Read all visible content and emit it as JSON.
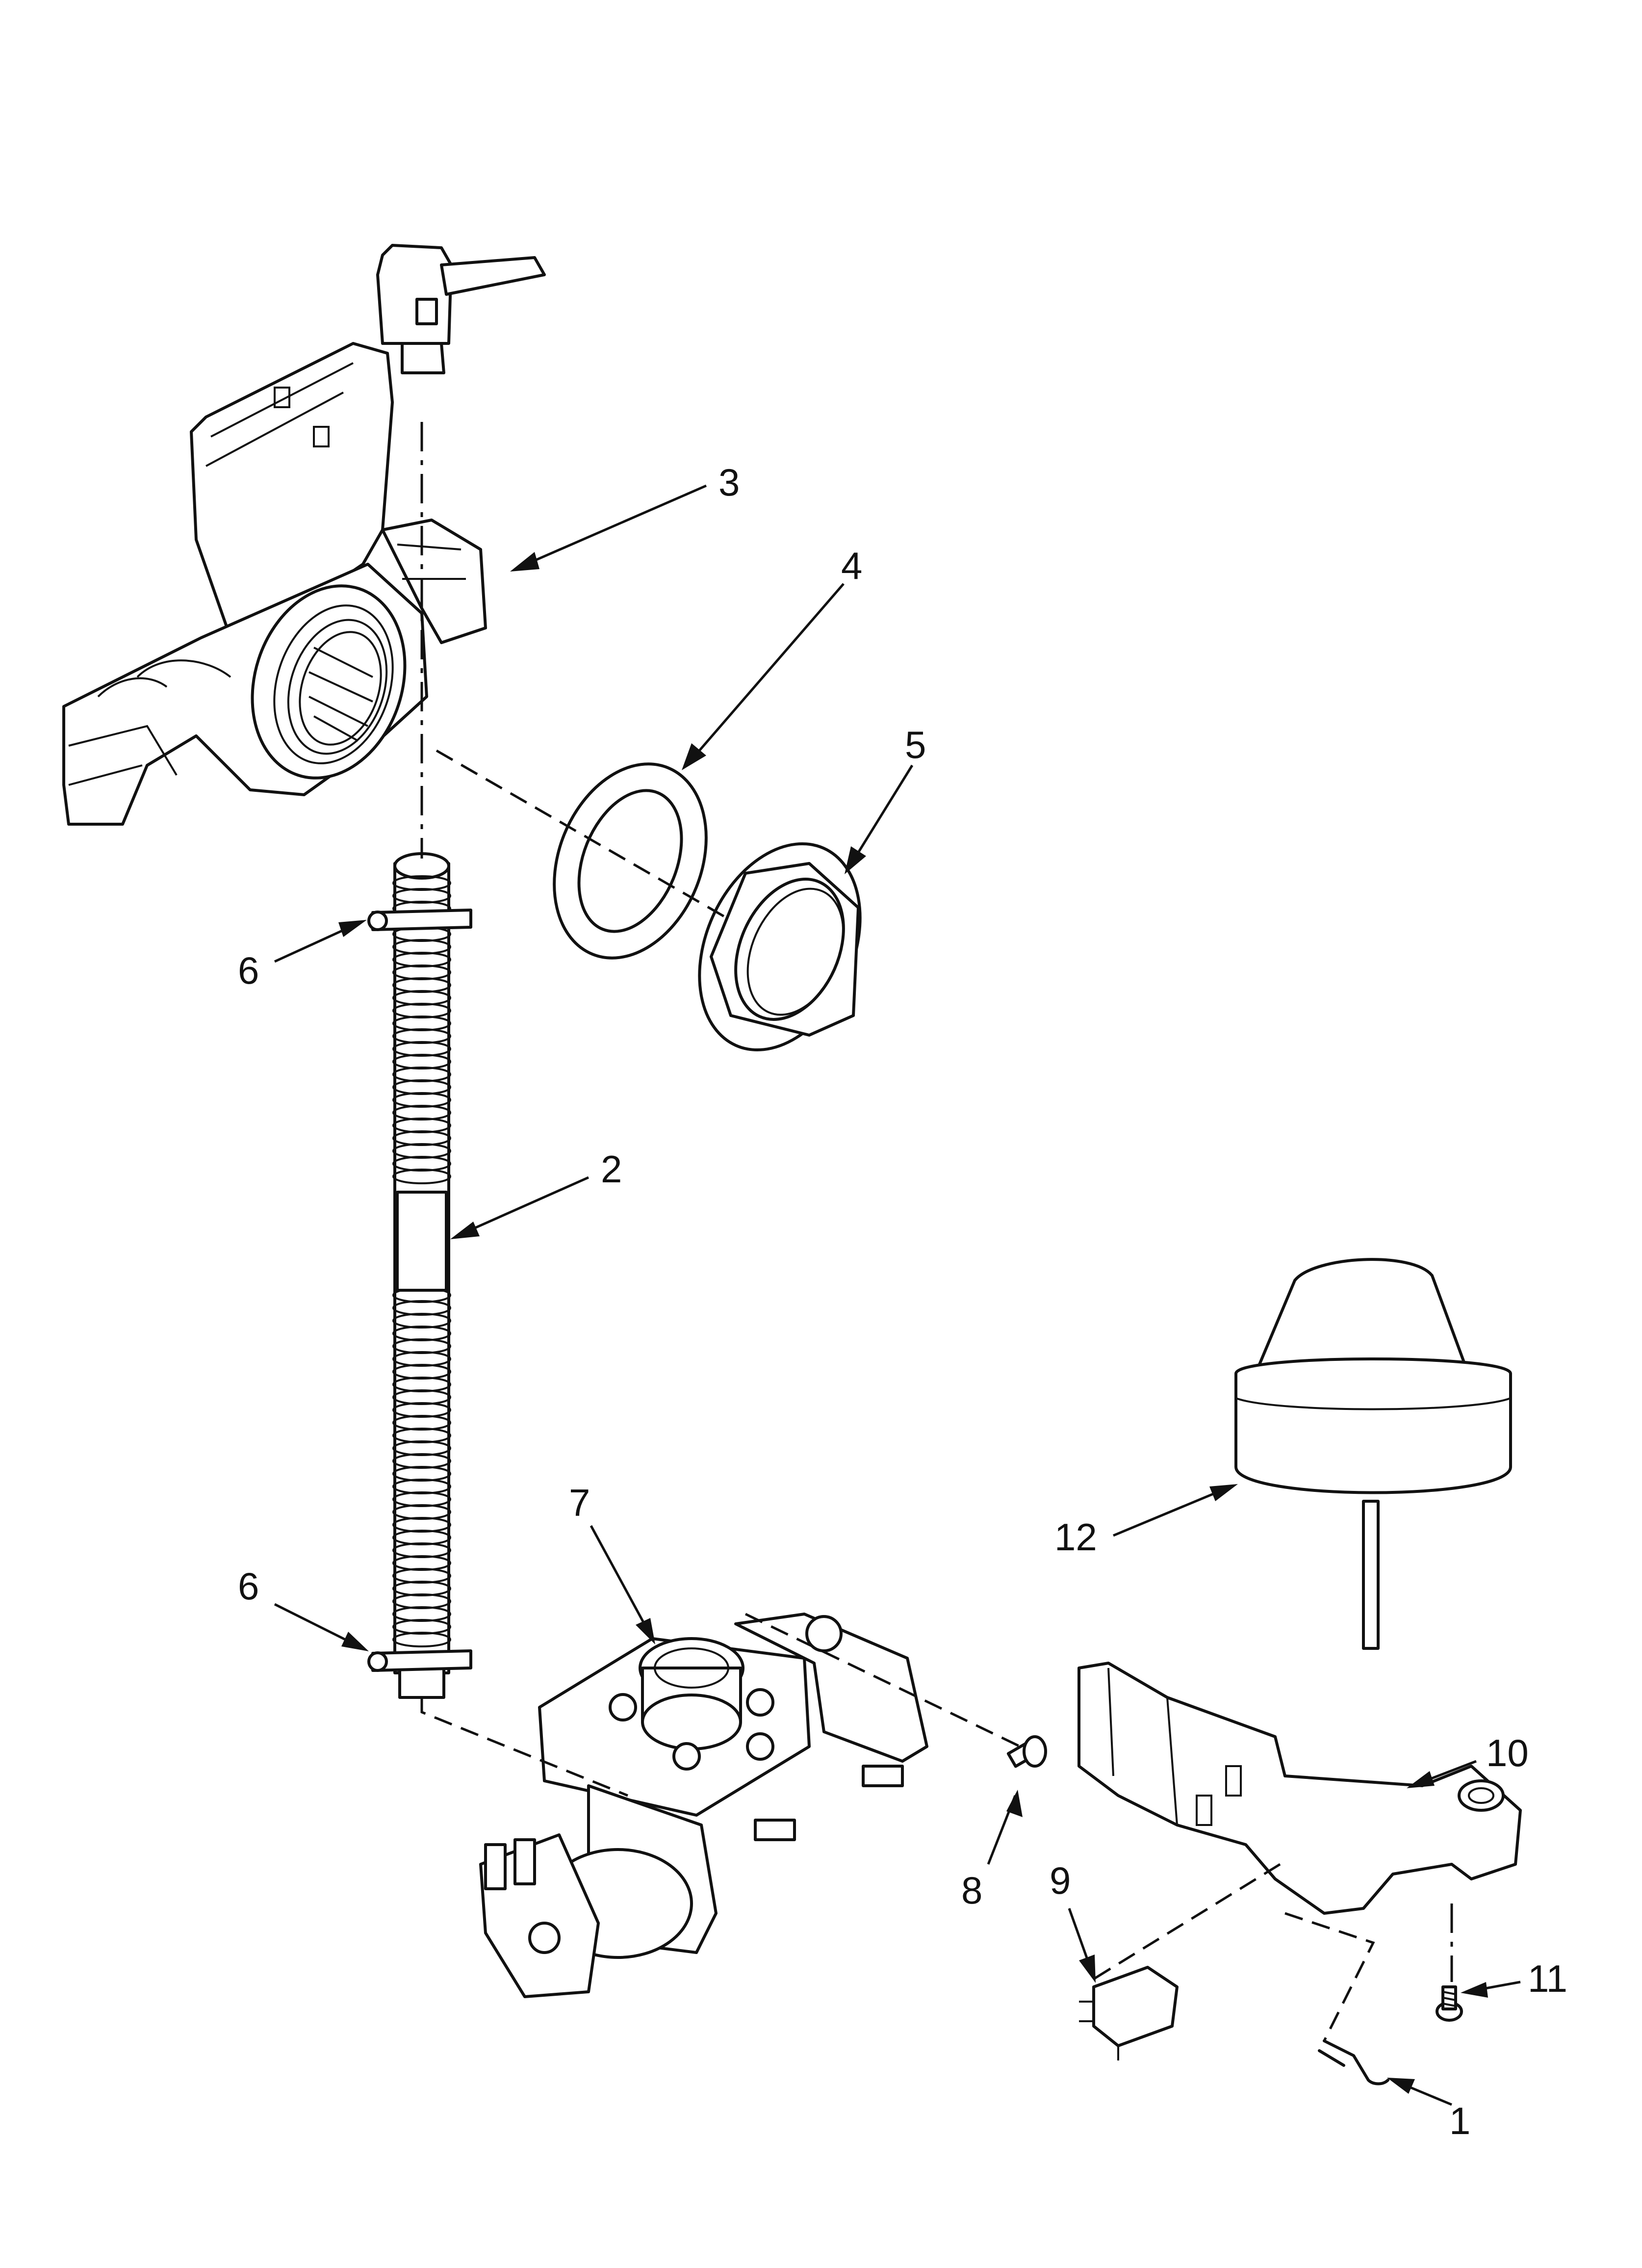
{
  "diagram": {
    "callouts": [
      {
        "id": "3",
        "text": "3"
      },
      {
        "id": "4",
        "text": "4"
      },
      {
        "id": "5",
        "text": "5"
      },
      {
        "id": "6a",
        "text": "6"
      },
      {
        "id": "2",
        "text": "2"
      },
      {
        "id": "12",
        "text": "12"
      },
      {
        "id": "7",
        "text": "7"
      },
      {
        "id": "6b",
        "text": "6"
      },
      {
        "id": "10",
        "text": "10"
      },
      {
        "id": "8",
        "text": "8"
      },
      {
        "id": "9",
        "text": "9"
      },
      {
        "id": "11",
        "text": "11"
      },
      {
        "id": "1",
        "text": "1"
      }
    ]
  }
}
